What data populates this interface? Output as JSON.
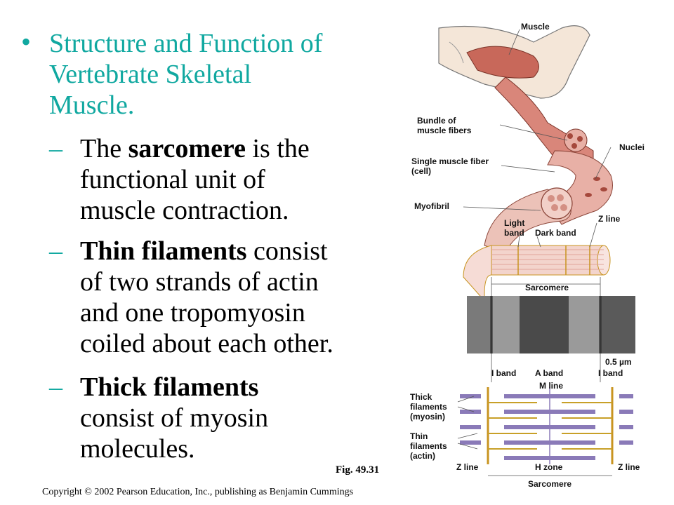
{
  "slide": {
    "title_lines": [
      "Structure and Function of",
      "Vertebrate Skeletal",
      "Muscle."
    ],
    "points": [
      {
        "dash": "–",
        "lines": [
          [
            "The ",
            "sarcomere",
            " is the"
          ],
          [
            "functional unit of"
          ],
          [
            "muscle contraction."
          ]
        ]
      },
      {
        "dash": "–",
        "lines": [
          [
            "",
            "Thin filaments",
            " consist"
          ],
          [
            "of two strands of actin"
          ],
          [
            "and one tropomyosin"
          ],
          [
            "coiled about each other."
          ]
        ]
      },
      {
        "dash": "–",
        "lines": [
          [
            "",
            "Thick filaments",
            ""
          ],
          [
            "consist of myosin"
          ],
          [
            "molecules."
          ]
        ]
      }
    ],
    "figure_ref": "Fig. 49.31",
    "copyright": "Copyright © 2002 Pearson Education, Inc., publishing as Benjamin Cummings"
  },
  "figure": {
    "labels": {
      "muscle": "Muscle",
      "bundle_1": "Bundle of",
      "bundle_2": "muscle fibers",
      "nuclei": "Nuclei",
      "single_1": "Single muscle fiber",
      "single_2": "(cell)",
      "myofibril": "Myofibril",
      "light_1": "Light",
      "light_2": "band",
      "dark": "Dark band",
      "zline_top": "Z line",
      "sarcomere_top": "Sarcomere",
      "scale": "0.5 µm",
      "iband_left": "I band",
      "aband": "A band",
      "iband_right": "I band",
      "mline": "M line",
      "thick_1": "Thick",
      "thick_2": "filaments",
      "thick_3": "(myosin)",
      "thin_1": "Thin",
      "thin_2": "filaments",
      "thin_3": "(actin)",
      "zline_left": "Z line",
      "hzone": "H zone",
      "zline_right": "Z line",
      "sarcomere_bottom": "Sarcomere"
    },
    "colors": {
      "title": "#10a8a0",
      "muscle": "#c8685a",
      "fiber": "#e0a49a",
      "band_outline": "#c89420",
      "thick_filament": "#8a7ab8",
      "thin_filament": "#c8a028"
    }
  }
}
